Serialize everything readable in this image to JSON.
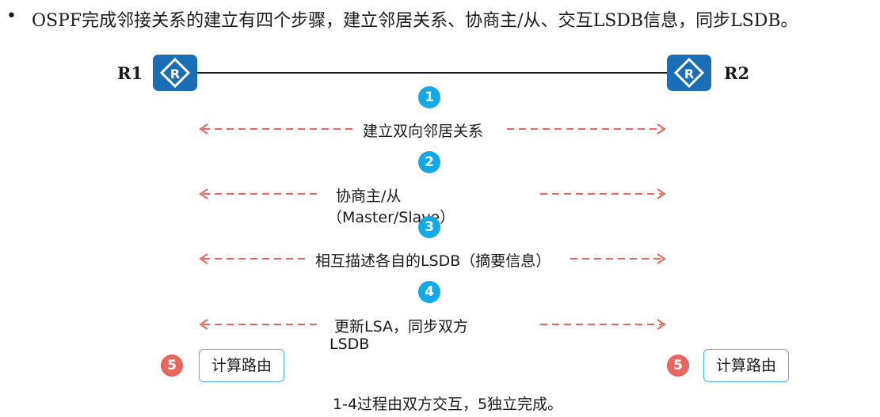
{
  "header": {
    "bullet": "•",
    "text": "OSPF完成邻接关系的建立有四个步骤，建立邻居关系、协商主/从、交互LSDB信息，同步LSDB。"
  },
  "routers": [
    {
      "label": "R1",
      "icon": "router-icon"
    },
    {
      "label": "R2",
      "icon": "router-icon"
    }
  ],
  "steps": [
    {
      "number": "1",
      "label": "建立双向邻居关系"
    },
    {
      "number": "2",
      "label_line1": "协商主/从",
      "label_line2": "（Master/Slave）"
    },
    {
      "number": "3",
      "label": "相互描述各自的LSDB（摘要信息）"
    },
    {
      "number": "4",
      "label_line1": "更新LSA，同步双方",
      "label_line2": "LSDB"
    }
  ],
  "step5": {
    "number": "5",
    "box_label": "计算路由"
  },
  "footer": "1-4过程由双方交互，5独立完成。",
  "colors": {
    "router": "#1b6db6",
    "step_badge": "#13a9e6",
    "step5_badge": "#e8665c",
    "arrow": "#e8665c",
    "box_border": "#4ab3e6"
  }
}
